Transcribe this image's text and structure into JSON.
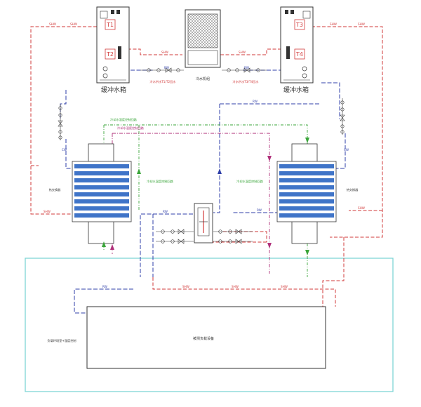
{
  "colors": {
    "supply": "#d23a3a",
    "return": "#2f3fa8",
    "green_pipe": "#3aa53a",
    "purple_pipe": "#b0307a",
    "frame": "#7fd6d6",
    "hx_band": "#3f74c8",
    "line": "#333333"
  },
  "equipment": {
    "left_tank": {
      "caption": "缓冲水箱",
      "t1": "T1",
      "t2": "T2"
    },
    "right_tank": {
      "caption": "缓冲水箱",
      "t3": "T3",
      "t4": "T4"
    },
    "chiller": {
      "caption": "冷水机组"
    },
    "left_hx": {
      "caption": "热交换器"
    },
    "right_hx": {
      "caption": "热交换器"
    },
    "load": {
      "caption": "被测负载设备"
    },
    "room": {
      "caption": "负载环境室+温度控制"
    }
  },
  "notes": {
    "top_left": "冷水供水T1/T2回水",
    "top_right": "冷水供水T3/T4回水",
    "green_header": "冷却水温度控制回路",
    "purple_header": "冷却水温度控制回路",
    "mid_left": "冷却水温度控制回路",
    "mid_right": "冷却水温度控制回路"
  },
  "pipe_labels": {
    "supply": "SHW",
    "return": "RW",
    "cw": "CW"
  }
}
